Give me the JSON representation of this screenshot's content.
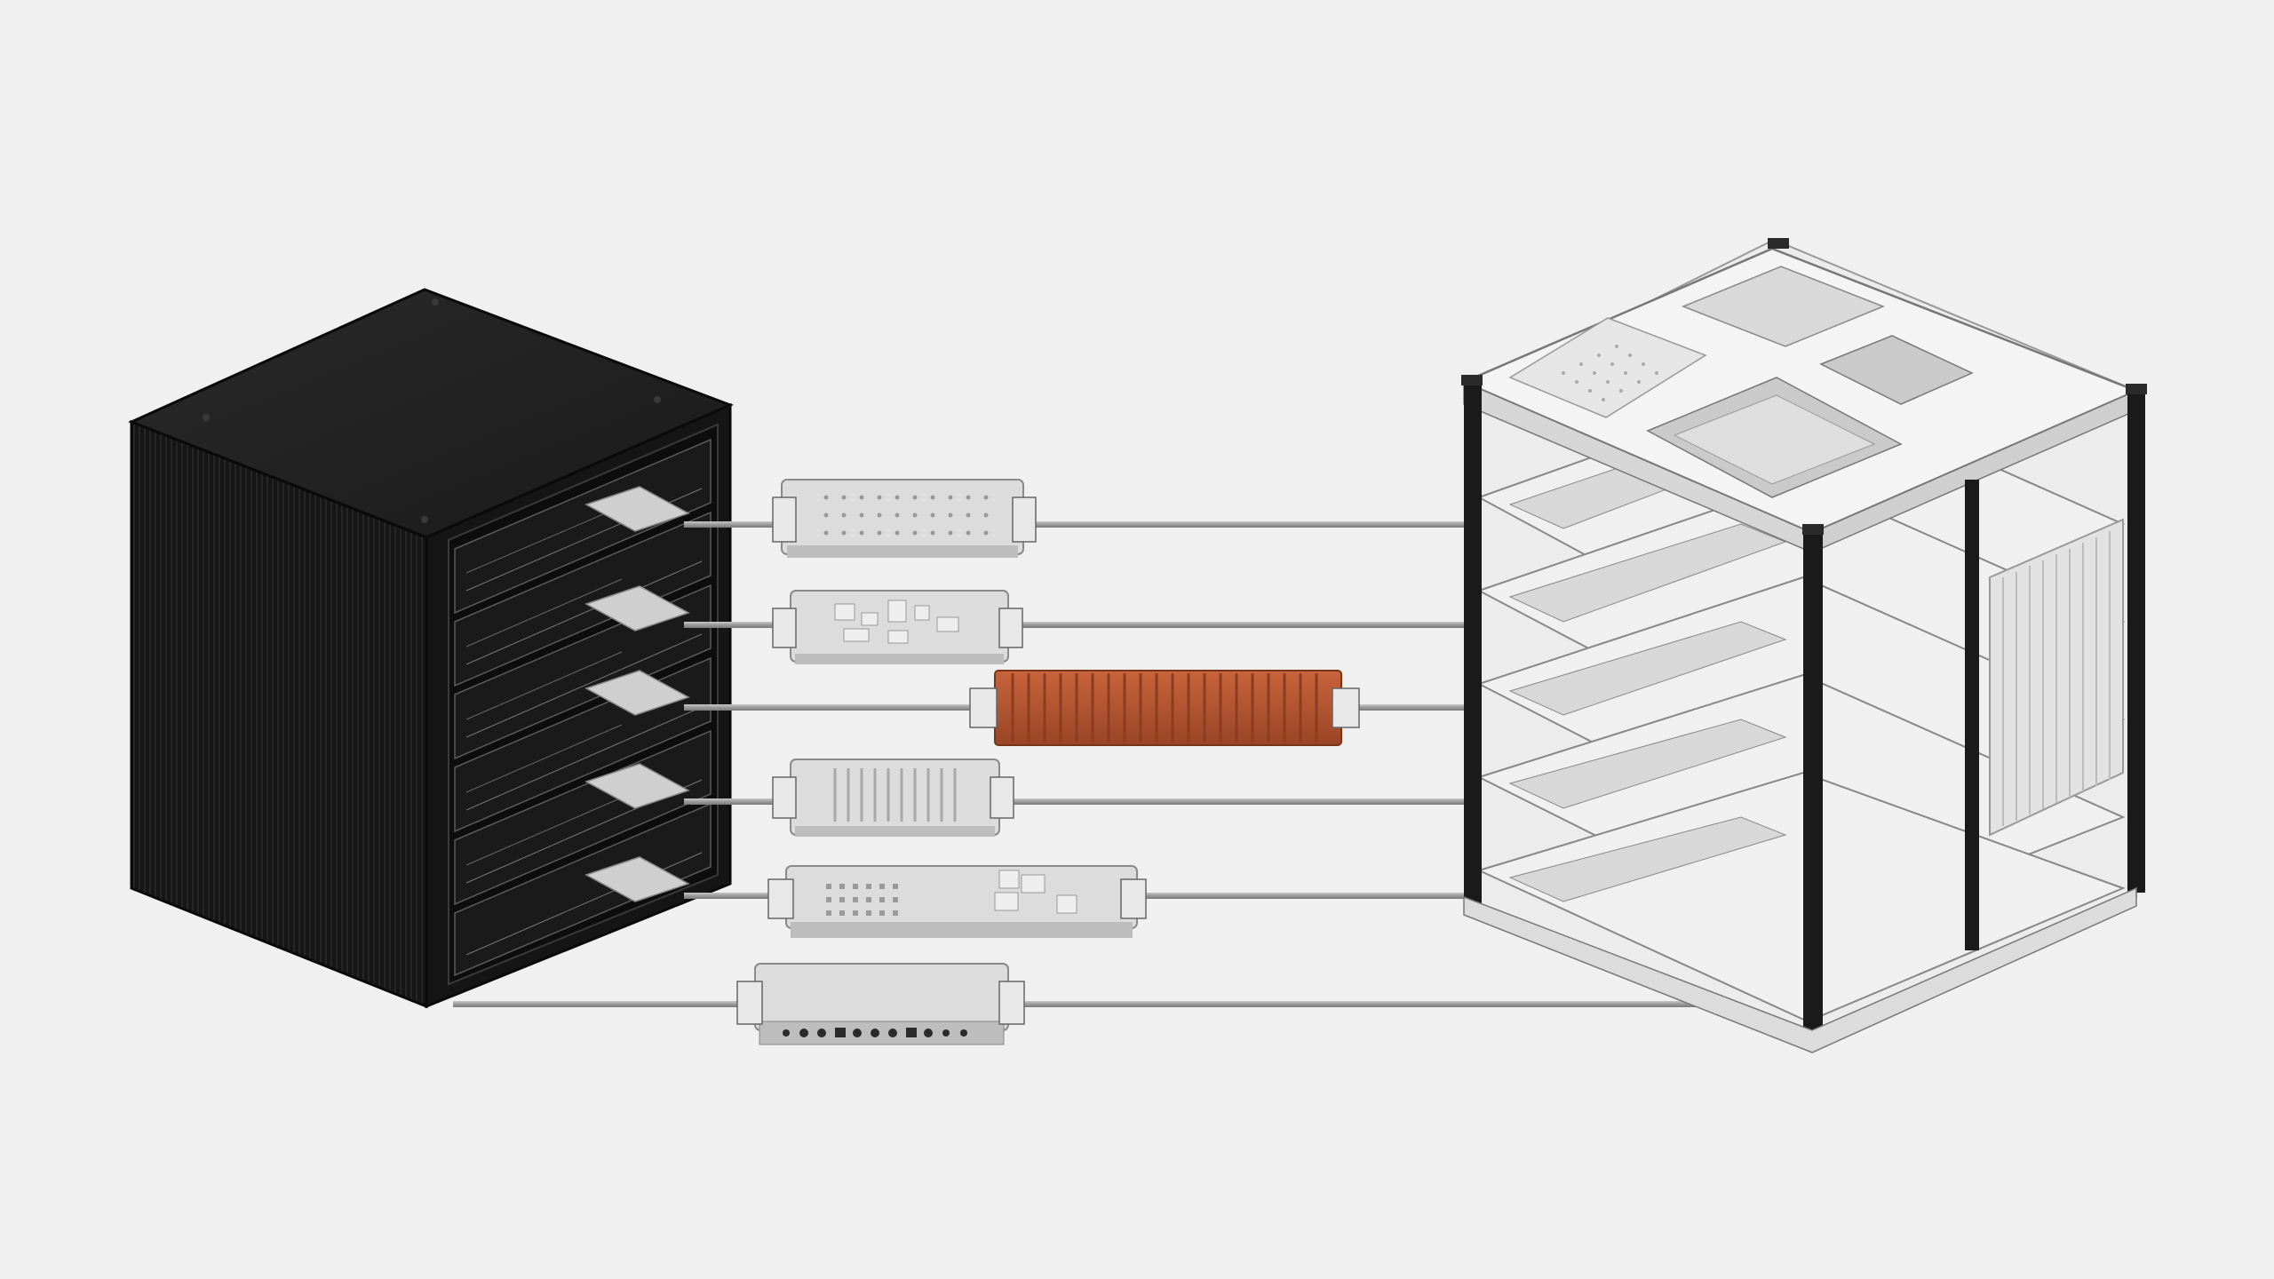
{
  "scene": {
    "background": "#f0f0f0",
    "left_unit": {
      "name": "black-server-cabinet",
      "color": "#141414",
      "slot_count": 6
    },
    "right_unit": {
      "name": "open-shelf-rack",
      "frame_color": "#1a1a1a",
      "panel_color": "#e4e4e4",
      "shelf_count": 5
    },
    "connections": [
      {
        "module": "perforated-plate-module",
        "accent": "#dcdcdc"
      },
      {
        "module": "component-board-module",
        "accent": "#dcdcdc"
      },
      {
        "module": "copper-heatsink-module",
        "accent": "#b4532f"
      },
      {
        "module": "ribbed-panel-module",
        "accent": "#dcdcdc"
      },
      {
        "module": "mixed-component-module",
        "accent": "#dcdcdc"
      },
      {
        "module": "io-port-module",
        "accent": "#dcdcdc"
      }
    ]
  }
}
